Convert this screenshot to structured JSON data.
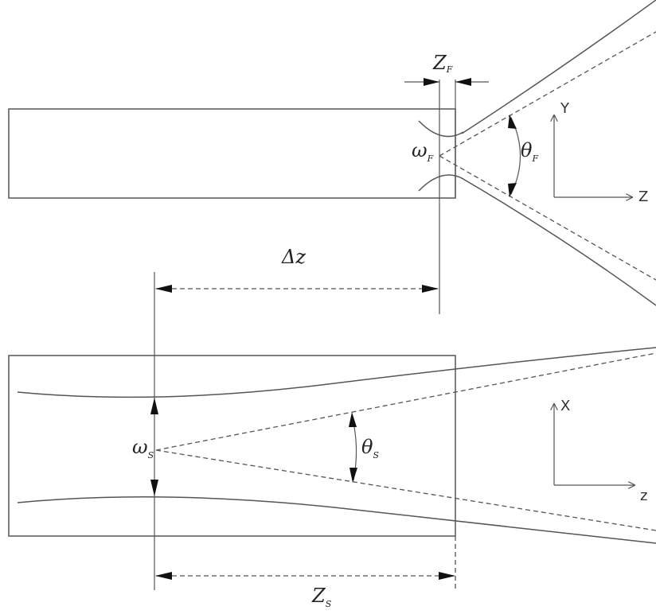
{
  "top_view": {
    "zf": {
      "main": "Z",
      "sub": "F"
    },
    "omega_f": {
      "main": "ω",
      "sub": "F"
    },
    "theta_f": {
      "main": "θ",
      "sub": "F"
    },
    "axis_vertical": "Y",
    "axis_horizontal": "Z"
  },
  "delta_z": {
    "main": "Δz"
  },
  "bottom_view": {
    "omega_s": {
      "main": "ω",
      "sub": "S"
    },
    "theta_s": {
      "main": "θ",
      "sub": "S"
    },
    "axis_vertical": "X",
    "axis_horizontal": "z",
    "zs": {
      "main": "Z",
      "sub": "S"
    }
  }
}
